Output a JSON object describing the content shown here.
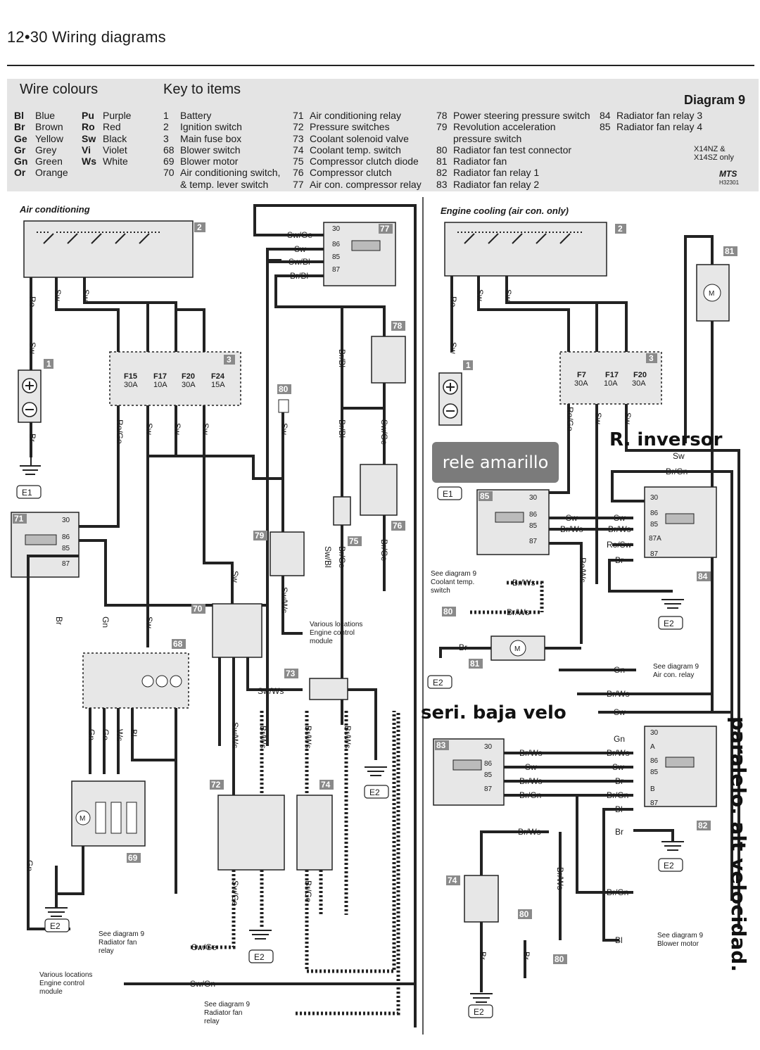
{
  "page": {
    "title": "12•30 Wiring diagrams",
    "diagram_no": "Diagram 9",
    "mts_code": "MTS",
    "mts_ref": "H32301",
    "footnote": "X14NZ &\nX14SZ only"
  },
  "wire_colours": {
    "heading": "Wire colours",
    "items": [
      {
        "code": "Bl",
        "name": "Blue"
      },
      {
        "code": "Br",
        "name": "Brown"
      },
      {
        "code": "Ge",
        "name": "Yellow"
      },
      {
        "code": "Gr",
        "name": "Grey"
      },
      {
        "code": "Gn",
        "name": "Green"
      },
      {
        "code": "Or",
        "name": "Orange"
      },
      {
        "code": "Pu",
        "name": "Purple"
      },
      {
        "code": "Ro",
        "name": "Red"
      },
      {
        "code": "Sw",
        "name": "Black"
      },
      {
        "code": "Vi",
        "name": "Violet"
      },
      {
        "code": "Ws",
        "name": "White"
      }
    ]
  },
  "key": {
    "heading": "Key to items",
    "items": [
      {
        "n": "1",
        "t": "Battery"
      },
      {
        "n": "2",
        "t": "Ignition switch"
      },
      {
        "n": "3",
        "t": "Main fuse box"
      },
      {
        "n": "68",
        "t": "Blower switch"
      },
      {
        "n": "69",
        "t": "Blower motor"
      },
      {
        "n": "70",
        "t": "Air conditioning switch,"
      },
      {
        "n": "",
        "t": "& temp. lever switch"
      },
      {
        "n": "71",
        "t": "Air conditioning relay"
      },
      {
        "n": "72",
        "t": "Pressure switches"
      },
      {
        "n": "73",
        "t": "Coolant solenoid valve"
      },
      {
        "n": "74",
        "t": "Coolant temp. switch"
      },
      {
        "n": "75",
        "t": "Compressor clutch diode"
      },
      {
        "n": "76",
        "t": "Compressor clutch"
      },
      {
        "n": "77",
        "t": "Air con. compressor relay"
      },
      {
        "n": "78",
        "t": "Power steering pressure switch"
      },
      {
        "n": "79",
        "t": "Revolution acceleration"
      },
      {
        "n": "",
        "t": "pressure switch"
      },
      {
        "n": "80",
        "t": "Radiator fan test connector"
      },
      {
        "n": "81",
        "t": "Radiator fan"
      },
      {
        "n": "82",
        "t": "Radiator fan relay 1"
      },
      {
        "n": "83",
        "t": "Radiator fan relay 2"
      },
      {
        "n": "84",
        "t": "Radiator fan relay 3"
      },
      {
        "n": "85",
        "t": "Radiator fan relay 4"
      }
    ]
  },
  "sections": {
    "left": "Air conditioning",
    "right": "Engine cooling (air con. only)"
  },
  "fuses": {
    "left": [
      {
        "id": "F15",
        "rating": "30A"
      },
      {
        "id": "F17",
        "rating": "10A"
      },
      {
        "id": "F20",
        "rating": "30A"
      },
      {
        "id": "F24",
        "rating": "15A"
      }
    ],
    "right": [
      {
        "id": "F7",
        "rating": "30A"
      },
      {
        "id": "F17",
        "rating": "10A"
      },
      {
        "id": "F20",
        "rating": "30A"
      }
    ]
  },
  "earths": [
    "E1",
    "E2"
  ],
  "cross_refs": {
    "radiator_fan_relay": "See diagram 9\nRadiator fan\nrelay",
    "ecm": "Various locations\nEngine control\nmodule",
    "coolant_temp": "See diagram 9\nCoolant temp.\nswitch",
    "aircon_relay": "See diagram 9\nAir con. relay",
    "blower_motor": "See diagram 9\nBlower motor"
  },
  "annotations": {
    "rele": "rele amarillo",
    "inversor": "R. inversor",
    "serie": "seri. baja velo",
    "paralelo": "paralelo. alt velocidad."
  },
  "wires": {
    "Sw": "Sw",
    "Ro": "Ro",
    "Br": "Br",
    "Gn": "Gn",
    "Ge": "Ge",
    "Ws": "Ws",
    "Bl": "Bl",
    "SwGe": "Sw/Ge",
    "SwBl": "Sw/Bl",
    "BrBl": "Br/Bl",
    "RoGe": "Ro/Ge",
    "SwWs": "Sw/Ws",
    "BrWs": "Br/Ws",
    "BrGe": "Br/Ge",
    "BrGn": "Br/Gn",
    "RoSw": "Ro/Sw",
    "SwGn": "Sw/Gn",
    "RoWs": "Ro/Ws"
  }
}
